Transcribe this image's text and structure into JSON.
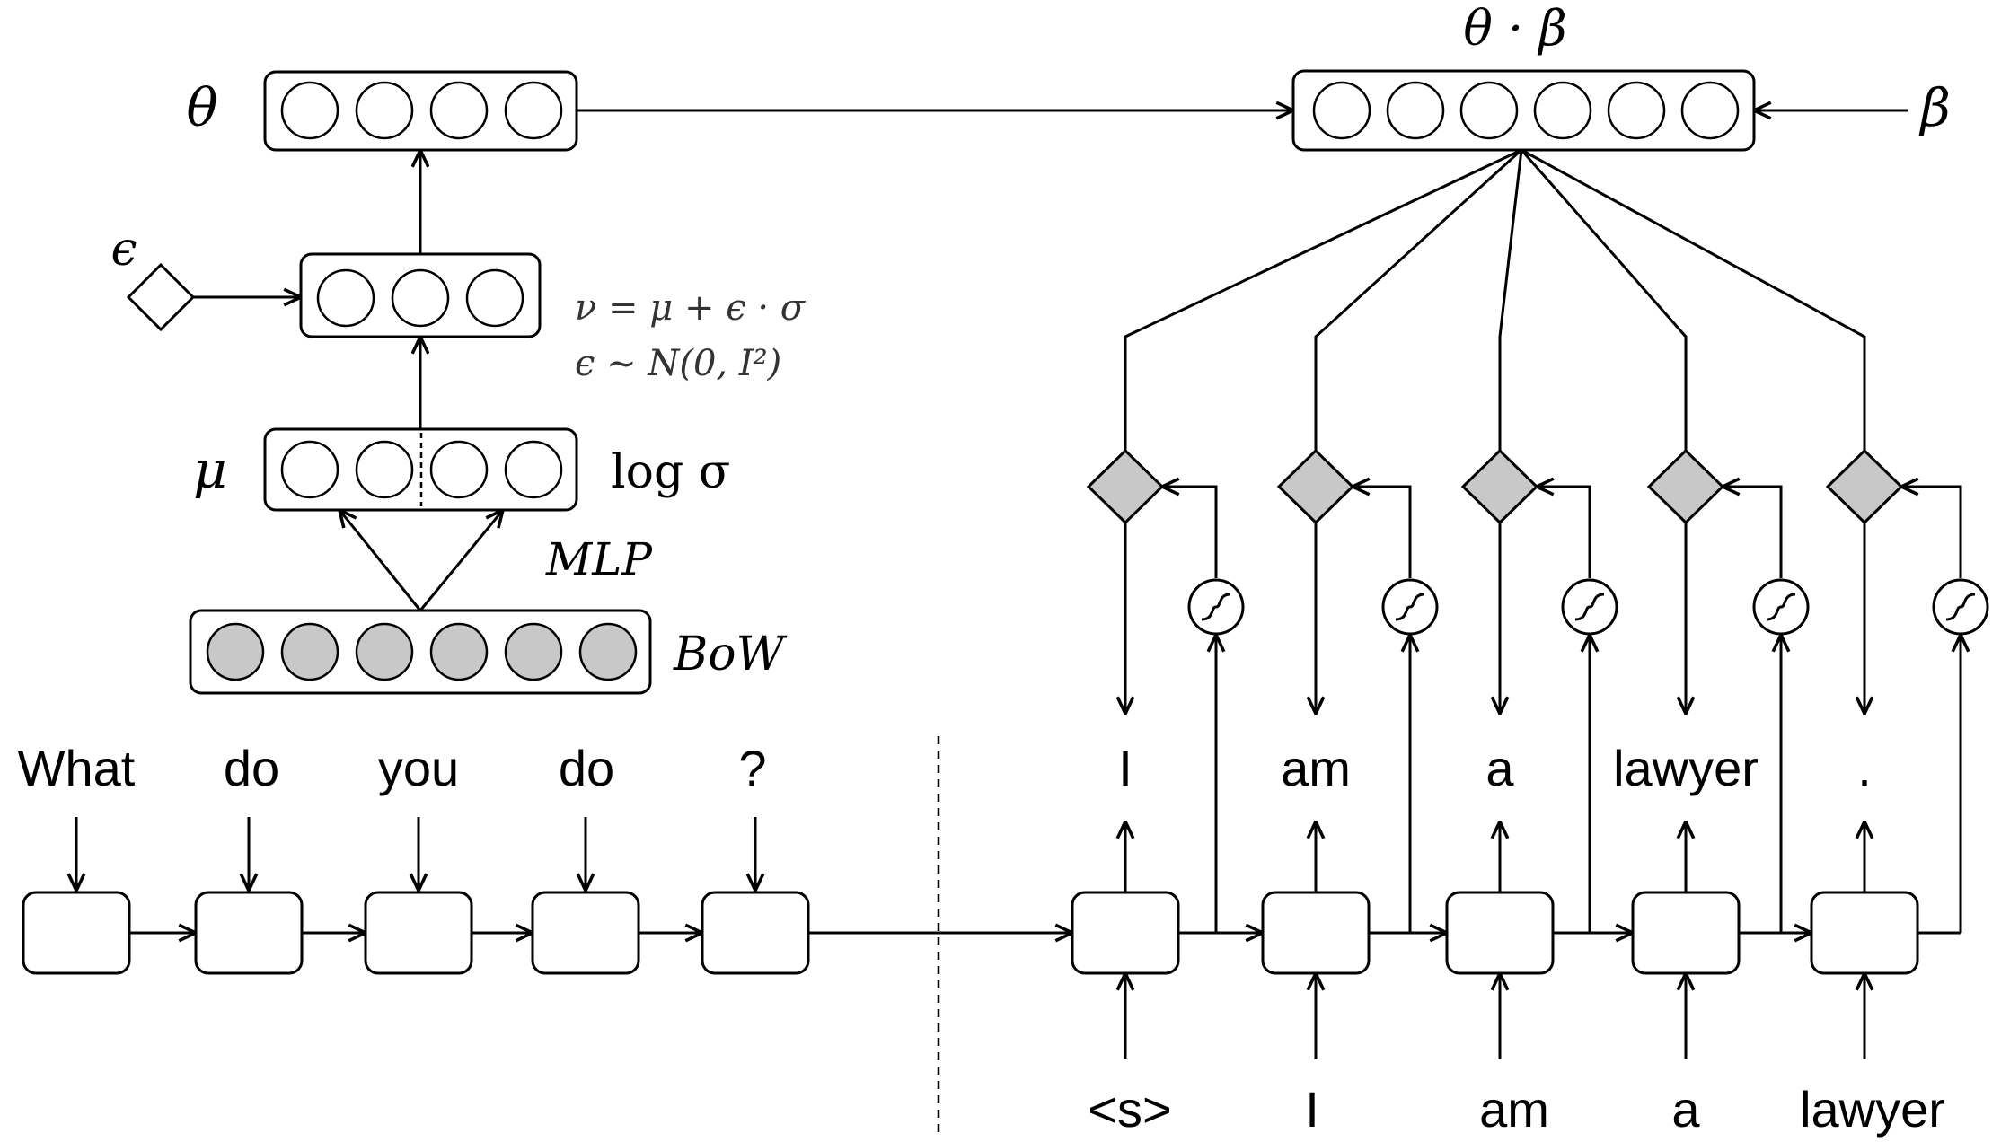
{
  "encoder": {
    "question_tokens": [
      "What",
      "do",
      "you",
      "do",
      "?"
    ]
  },
  "decoder": {
    "output_tokens": [
      "I",
      "am",
      "a",
      "lawyer",
      "."
    ],
    "input_tokens": [
      "<s>",
      "I",
      "am",
      "a",
      "lawyer"
    ]
  },
  "topic_model": {
    "theta_label": "θ",
    "theta_beta_label": "θ · β",
    "beta_label": "β",
    "epsilon_label": "ϵ",
    "mu_label": "μ",
    "log_sigma_label": "log σ",
    "mlp_label": "MLP",
    "bow_label": "BoW",
    "reparam_eq_1": "ν = μ + ϵ · σ",
    "reparam_eq_2": "ϵ ∼ N(0, I²)"
  },
  "colors": {
    "stroke": "#000000",
    "gate_fill": "#c8c8c8",
    "bow_fill": "#c8c8c8",
    "node_fill": "#ffffff"
  }
}
